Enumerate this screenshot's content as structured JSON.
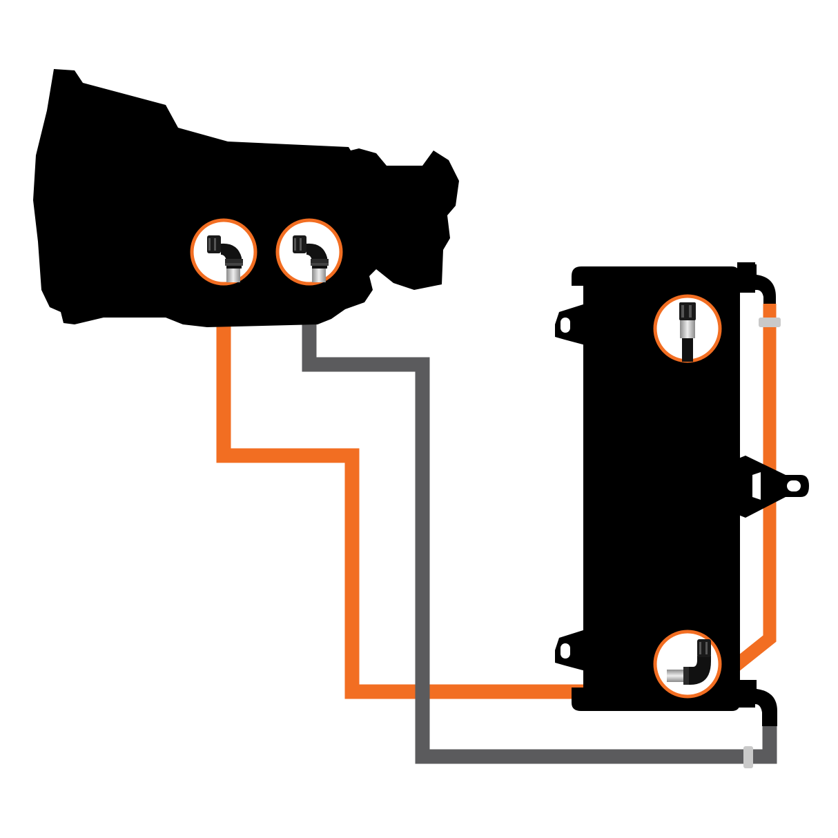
{
  "diagram": {
    "kind": "transmission cooler plumbing",
    "components": [
      {
        "id": "transmission",
        "icon": "transmission-silhouette-icon"
      },
      {
        "id": "cooler",
        "icon": "oil-cooler-icon"
      }
    ],
    "ports": [
      {
        "id": "trans-port-1",
        "icon": "ninety-degree-hose-fitting-icon"
      },
      {
        "id": "trans-port-2",
        "icon": "ninety-degree-hose-fitting-icon"
      },
      {
        "id": "cooler-port-top",
        "icon": "straight-hose-fitting-icon"
      },
      {
        "id": "cooler-port-bottom",
        "icon": "ninety-degree-hose-fitting-icon"
      }
    ],
    "lines": [
      {
        "id": "orange-line",
        "from": "trans-port-1",
        "to": "cooler-port-top"
      },
      {
        "id": "gray-line",
        "from": "trans-port-2",
        "to": "cooler-port-bottom"
      }
    ]
  },
  "colors": {
    "silhouette": "#000000",
    "orange_line": "#f26e22",
    "gray_line": "#5b5b5d",
    "ring": "#f26e22",
    "clamp": "#c9c9c9",
    "background": "#ffffff"
  }
}
